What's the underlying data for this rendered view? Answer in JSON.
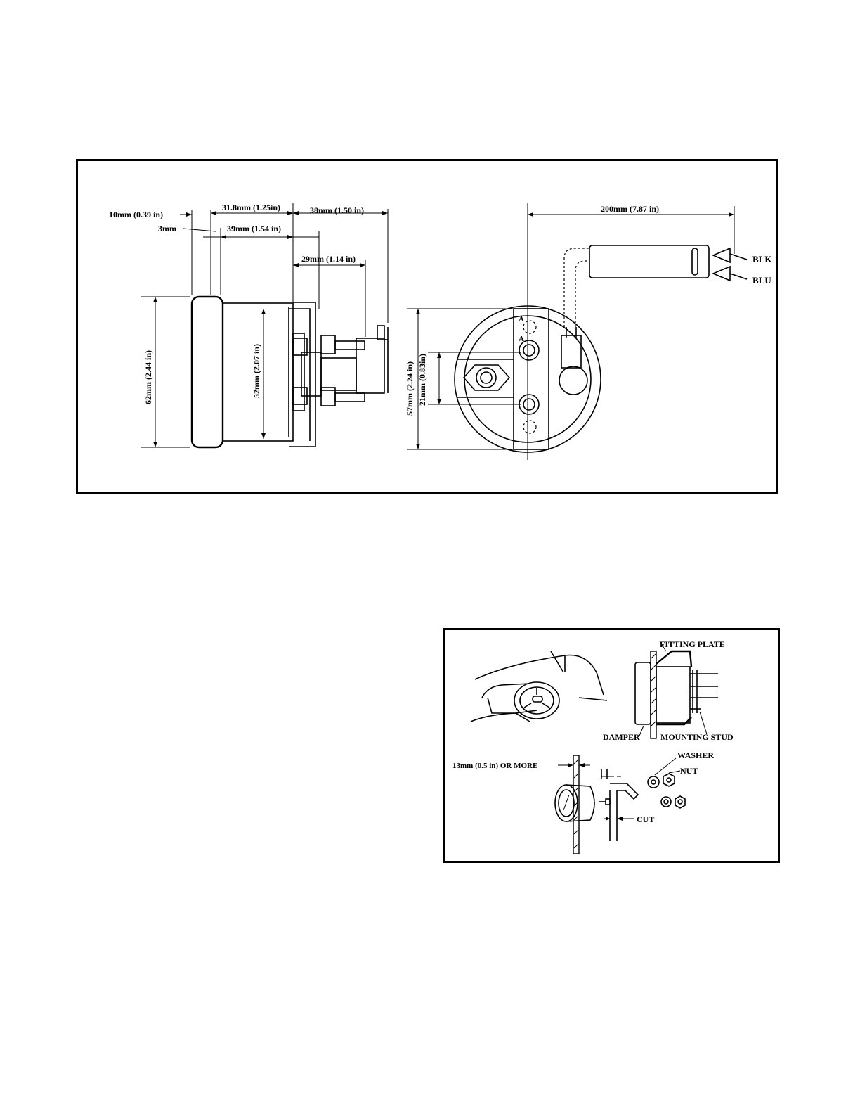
{
  "dimensions_figure": {
    "side_view": {
      "dim_10mm": "10mm (0.39 in)",
      "dim_3mm": "3mm",
      "dim_31_8mm": "31.8mm (1.25in)",
      "dim_38mm": "38mm (1.50 in)",
      "dim_39mm": "39mm (1.54 in)",
      "dim_29mm": "29mm (1.14 in)",
      "dim_62mm": "62mm (2.44 in)",
      "dim_52mm": "52mm (2.07 in)"
    },
    "rear_view": {
      "dim_200mm": "200mm (7.87 in)",
      "dim_57mm": "57mm (2.24 in)",
      "dim_21mm": "21mm (0.83in)",
      "terminal_a": "A",
      "wire_black": "BLK",
      "wire_blue": "BLU"
    }
  },
  "installation_figure": {
    "fitting_plate": "FITTING PLATE",
    "damper": "DAMPER",
    "mounting_stud": "MOUNTING STUD",
    "washer": "WASHER",
    "nut": "NUT",
    "panel_thickness": "13mm (0.5 in) OR MORE",
    "cut": "CUT"
  }
}
